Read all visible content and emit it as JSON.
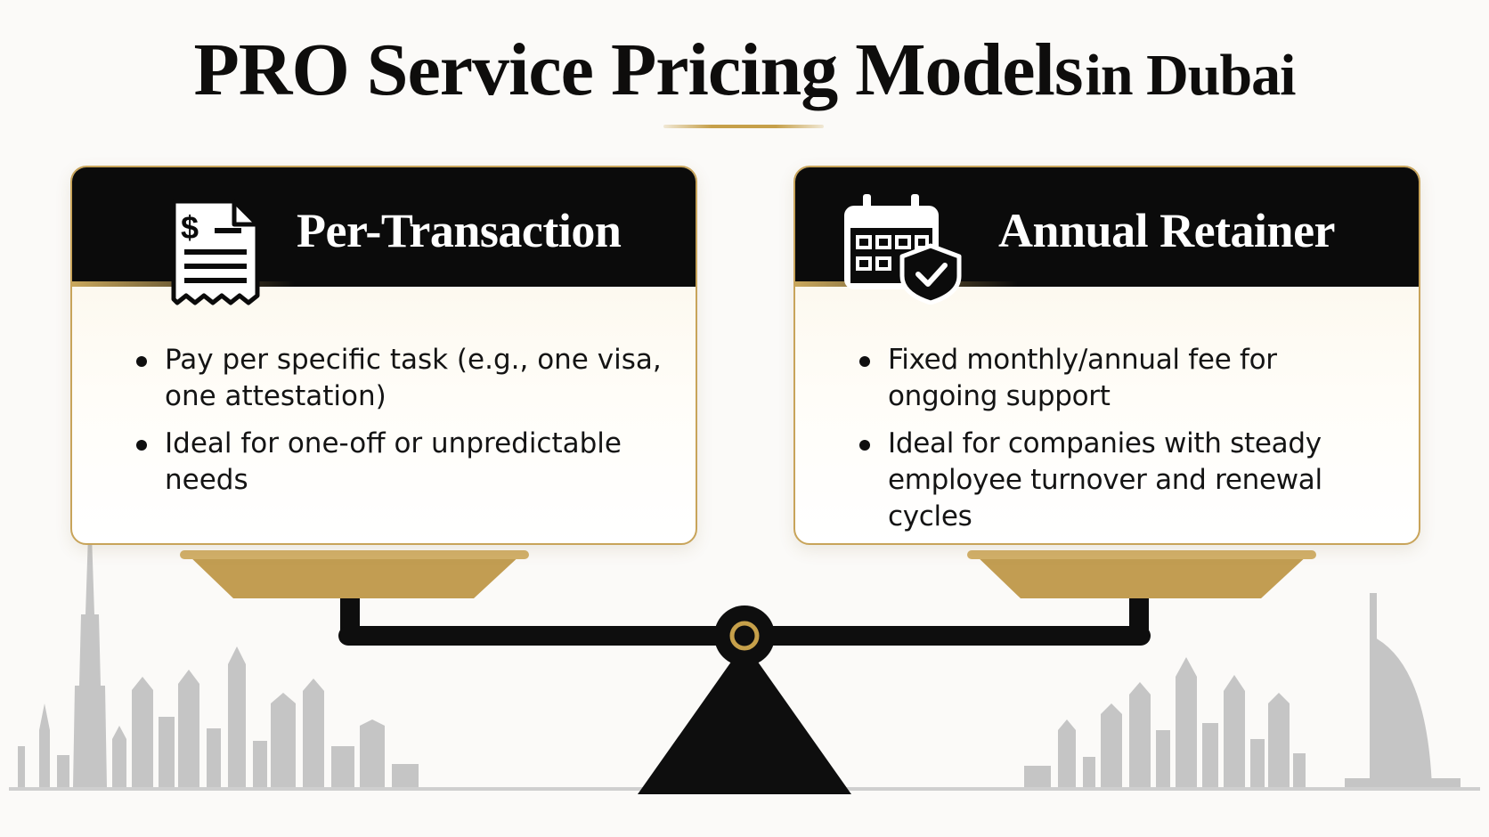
{
  "title": {
    "main": "PRO Service Pricing Models",
    "sub": "in Dubai"
  },
  "colors": {
    "gold": "#c6a04a",
    "dark": "#0b0b0b",
    "card_bg": "#faf4e6",
    "skyline": "#c4c4c4"
  },
  "cards": [
    {
      "title": "Per-Transaction",
      "icon": "receipt-dollar-icon",
      "bullets": [
        "Pay per specific task (e.g., one visa, one attestation)",
        "Ideal for one-off or unpredictable needs"
      ]
    },
    {
      "title": "Annual Retainer",
      "icon": "calendar-shield-check-icon",
      "bullets": [
        "Fixed monthly/annual fee for ongoing support",
        "Ideal for companies with steady employee turnover and renewal cycles"
      ]
    }
  ],
  "receipt_symbol": "$",
  "scale": {
    "icon": "balance-scale-icon"
  },
  "skyline": {
    "icons": [
      "burj-khalifa-icon",
      "burj-al-arab-icon"
    ]
  }
}
